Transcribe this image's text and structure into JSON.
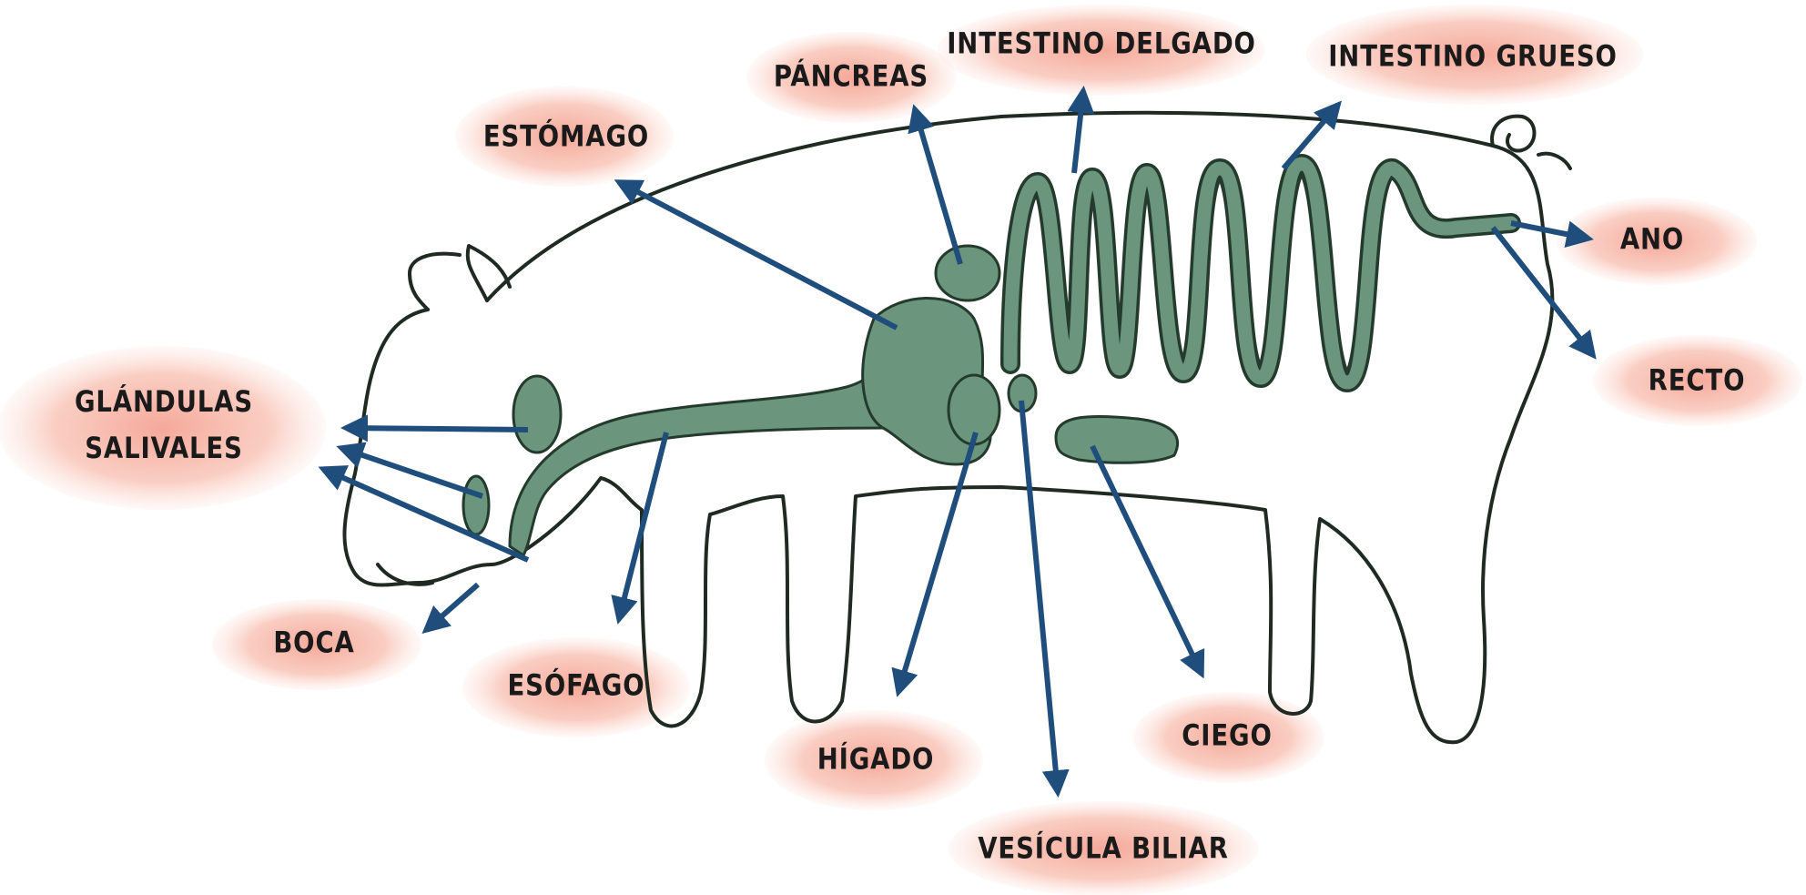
{
  "labels": {
    "estomago": "ESTÓMAGO",
    "pancreas": "PÁNCREAS",
    "intestino_delgado": "INTESTINO DELGADO",
    "intestino_grueso": "INTESTINO GRUESO",
    "ano": "ANO",
    "recto": "RECTO",
    "glandulas_salivales_1": "GLÁNDULAS",
    "glandulas_salivales_2": "SALIVALES",
    "boca": "BOCA",
    "esofago": "ESÓFAGO",
    "higado": "HÍGADO",
    "vesicula_biliar": "VESÍCULA BILIAR",
    "ciego": "CIEGO"
  },
  "colors": {
    "arrow": "#1f4e7d",
    "organ": "#6b957c",
    "organ_stroke": "#233a2c",
    "outline": "#1f2a22",
    "label_bg": "#f7b8aa"
  }
}
